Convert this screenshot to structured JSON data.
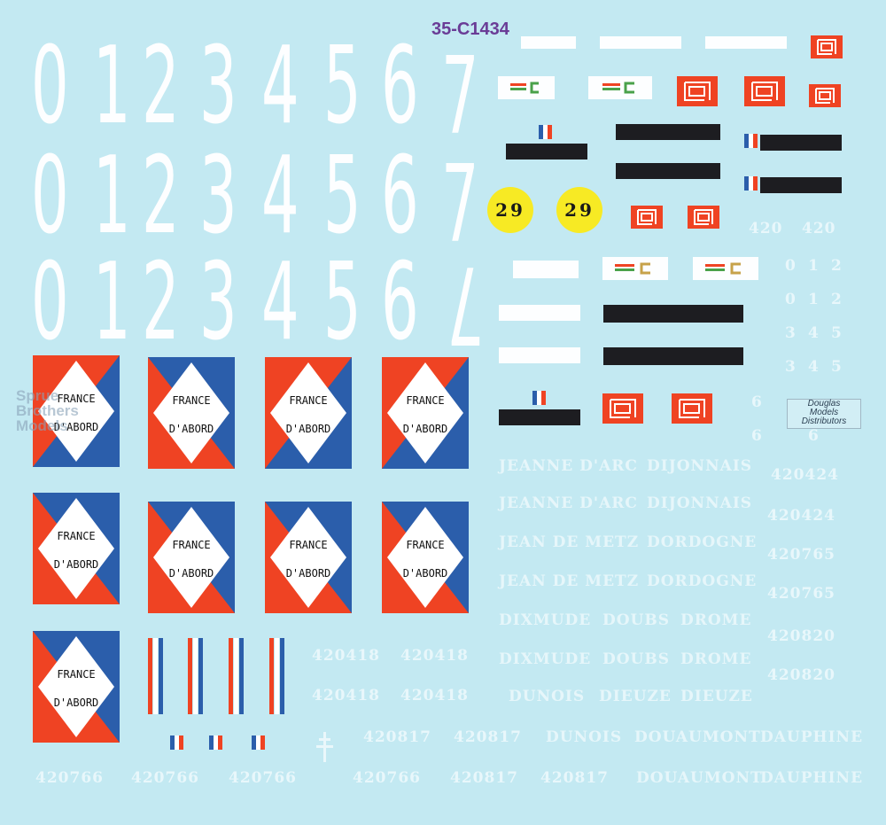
{
  "sheet": {
    "code": "35-C1434",
    "digit_rows": [
      [
        "0",
        "1",
        "2",
        "3",
        "4",
        "5",
        "6",
        "7"
      ],
      [
        "0",
        "1",
        "2",
        "3",
        "4",
        "5",
        "6",
        "7"
      ],
      [
        "0",
        "1",
        "2",
        "3",
        "4",
        "5",
        "6",
        "7"
      ]
    ],
    "yellow_number": "29",
    "france_line1": "FRANCE",
    "france_line2": "D'ABORD",
    "serials_left": [
      "420418",
      "420418",
      "420418",
      "420418"
    ],
    "serials_bottom": [
      "420766",
      "420766",
      "420766",
      "420766",
      "420817",
      "420817"
    ],
    "serials_bottom2": [
      "420817",
      "420817"
    ],
    "names": [
      "JEANNE D'ARC",
      "DIJONNAIS",
      "JEANNE D'ARC",
      "DIJONNAIS",
      "JEAN DE METZ",
      "DORDOGNE",
      "JEAN DE METZ",
      "DORDOGNE",
      "DIXMUDE",
      "DOUBS",
      "DROME",
      "DIXMUDE",
      "DOUBS",
      "DROME",
      "DUNOIS",
      "DIEUZE",
      "DIEUZE",
      "DUNOIS",
      "DOUAUMONT",
      "DAUPHINE",
      "DOUAUMONT",
      "DAUPHINE"
    ],
    "right_numbers": [
      "420",
      "420",
      "0",
      "1",
      "2",
      "0",
      "1",
      "2",
      "3",
      "4",
      "5",
      "3",
      "4",
      "5",
      "6",
      "6",
      "6"
    ],
    "right_serials": [
      "420424",
      "420424",
      "420765",
      "420765",
      "420820",
      "420820"
    ],
    "watermark": [
      "Sprue",
      "Brothers",
      "Models"
    ],
    "logo": [
      "Douglas",
      "Models",
      "Distributors"
    ],
    "colors": {
      "red": "#ef4323",
      "blue": "#2b5eab",
      "white": "#fdfeff",
      "black": "#1d1d21",
      "yellow": "#f7ea24",
      "background": "#c3e9f2"
    }
  }
}
